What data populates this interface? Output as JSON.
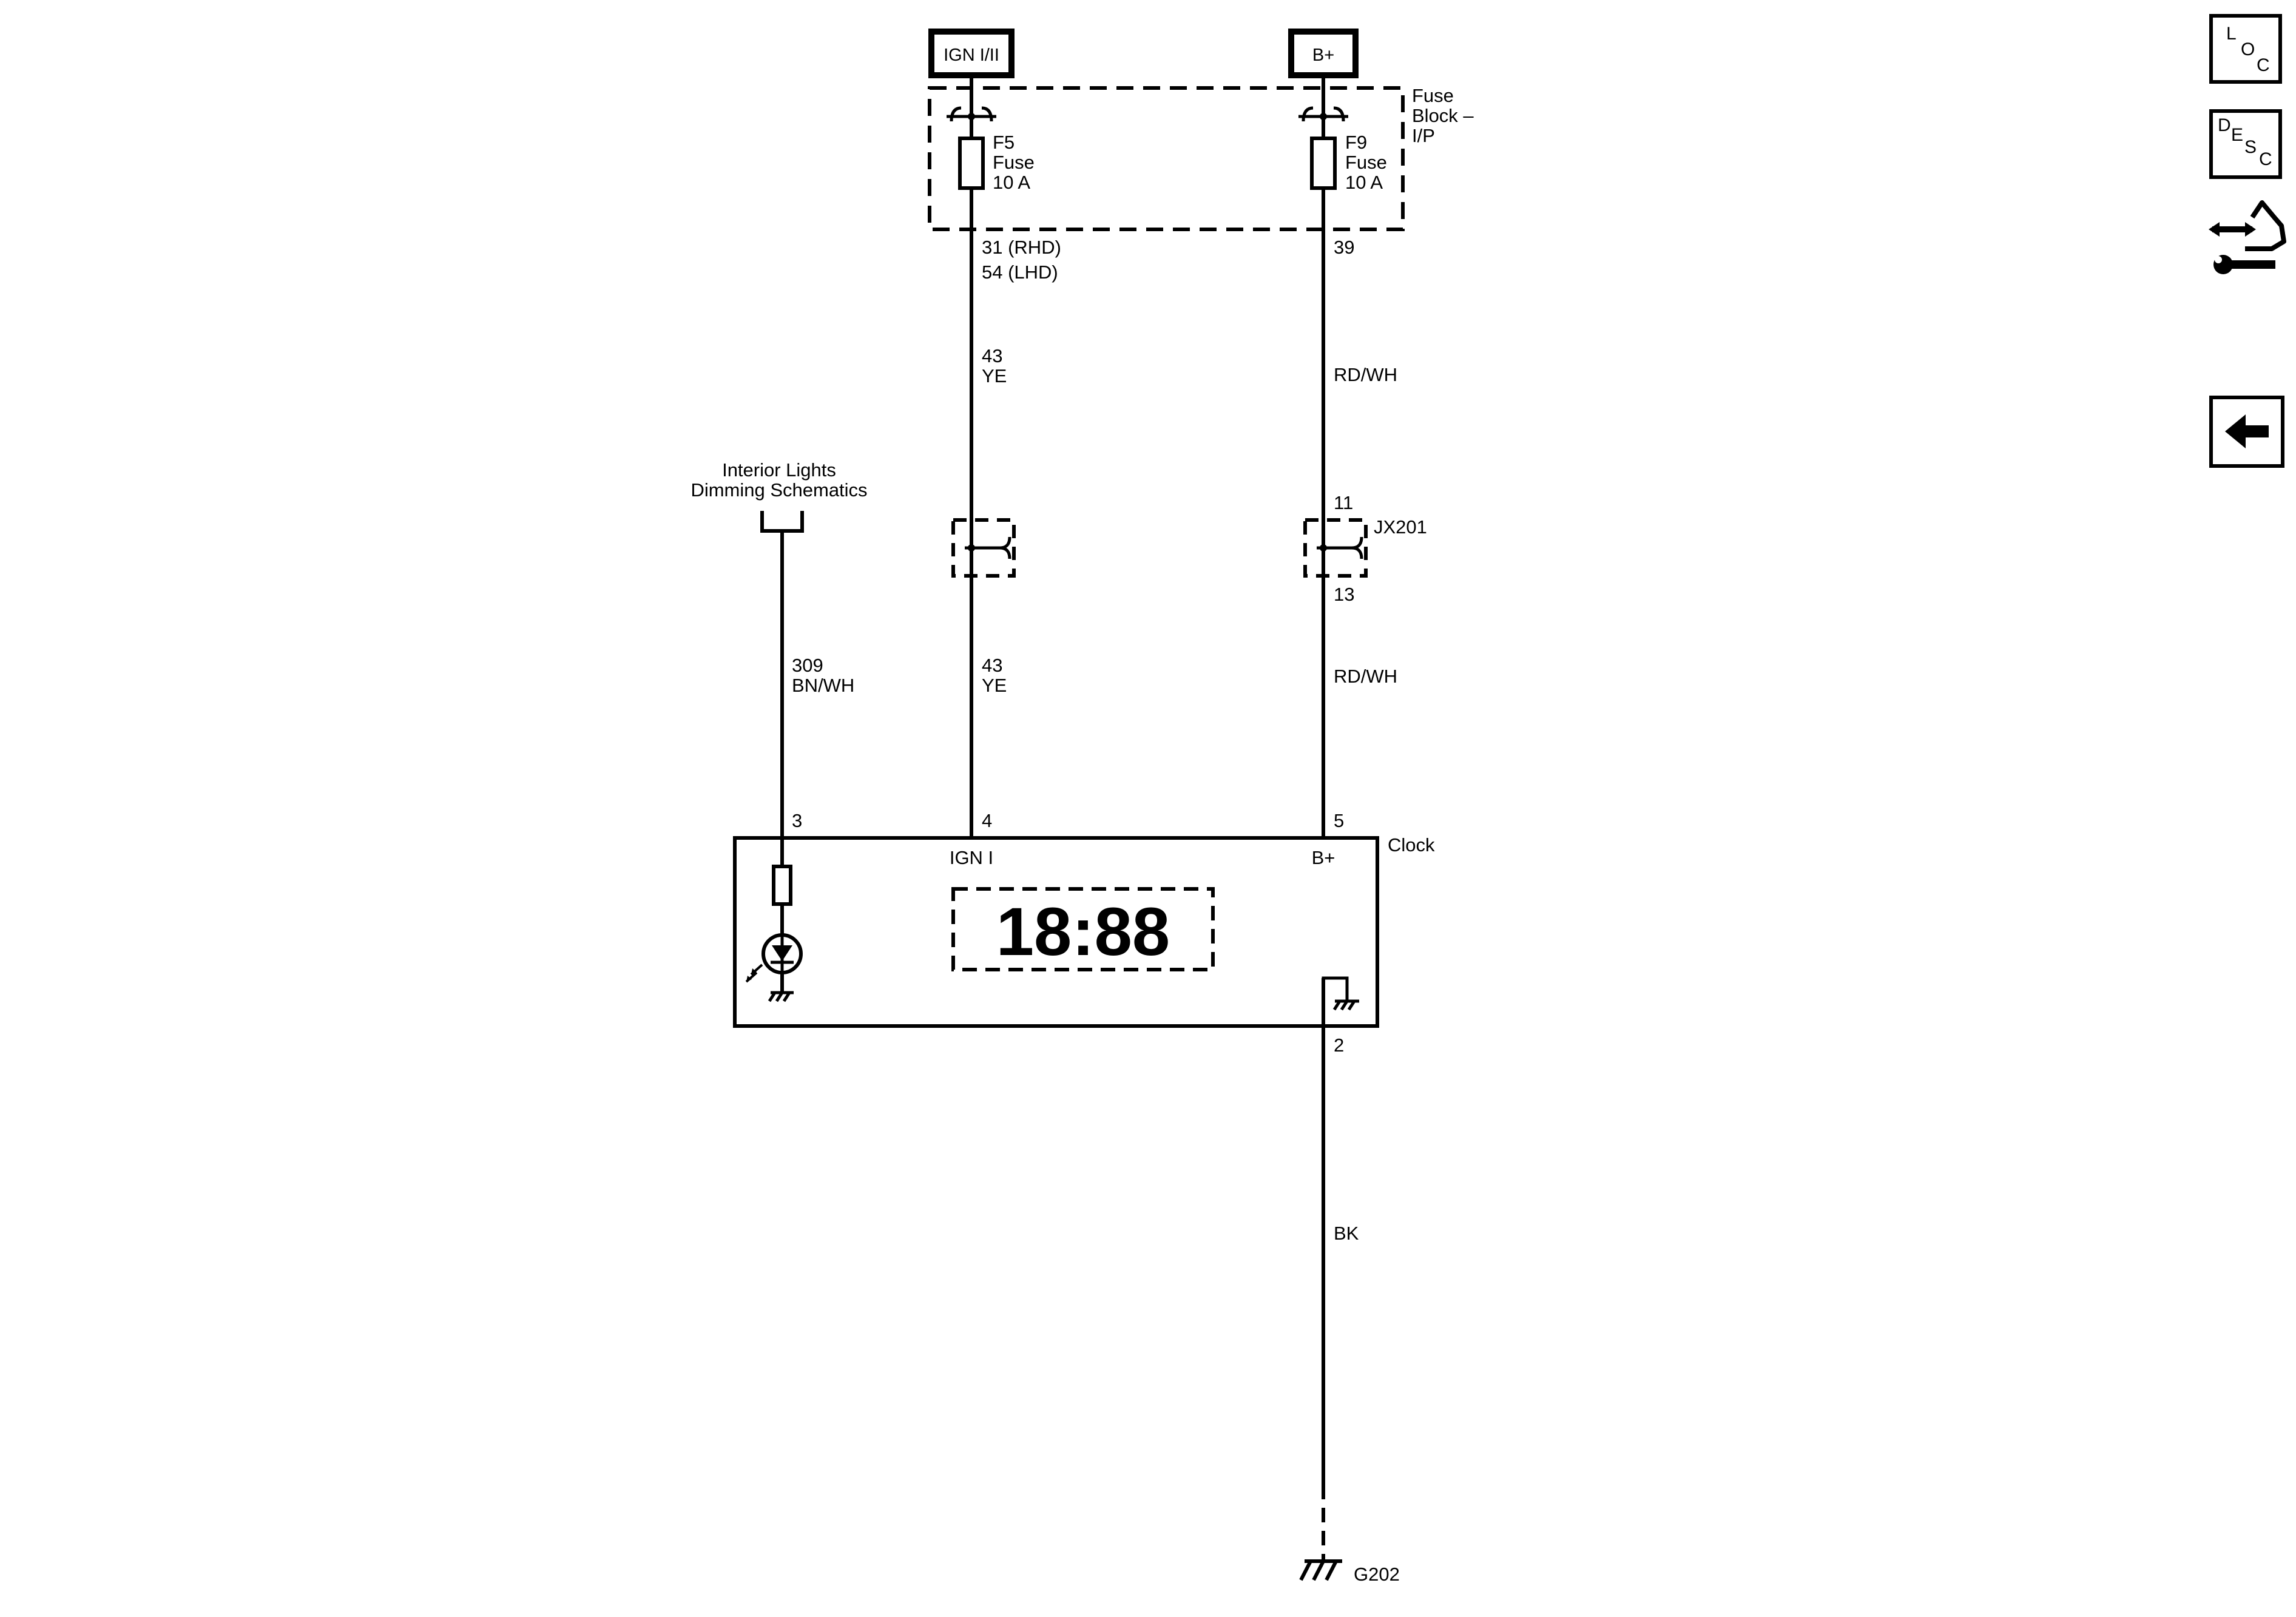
{
  "power_sources": {
    "ign": "IGN I/II",
    "bplus": "B+"
  },
  "fuse_block": {
    "label_line1": "Fuse",
    "label_line2": "Block –",
    "label_line3": "I/P",
    "f5": {
      "name": "F5",
      "type": "Fuse",
      "rating": "10 A"
    },
    "f9": {
      "name": "F9",
      "type": "Fuse",
      "rating": "10 A"
    }
  },
  "circuits": {
    "left_terminal_rhd": "31 (RHD)",
    "left_terminal_lhd": "54 (LHD)",
    "right_terminal": "39",
    "ign_upper_number": "43",
    "ign_upper_color": "YE",
    "ign_lower_number": "43",
    "ign_lower_color": "YE",
    "bplus_upper_color": "RD/WH",
    "bplus_lower_color": "RD/WH",
    "dimming_number": "309",
    "dimming_color": "BN/WH",
    "ground_color": "BK"
  },
  "connector": {
    "name": "JX201",
    "pin_top": "11",
    "pin_bottom": "13"
  },
  "reference": {
    "line1": "Interior Lights",
    "line2": "Dimming Schematics"
  },
  "clock": {
    "name": "Clock",
    "pin_dimming": "3",
    "pin_ign": "4",
    "pin_bplus": "5",
    "pin_ground": "2",
    "label_ign": "IGN I",
    "label_bplus": "B+",
    "display": "18:88"
  },
  "ground": {
    "name": "G202"
  },
  "sidebar": {
    "loc": {
      "l1": "L",
      "l2": "O",
      "l3": "C"
    },
    "desc": {
      "l1": "D",
      "l2": "E",
      "l3": "S",
      "l4": "C"
    }
  }
}
